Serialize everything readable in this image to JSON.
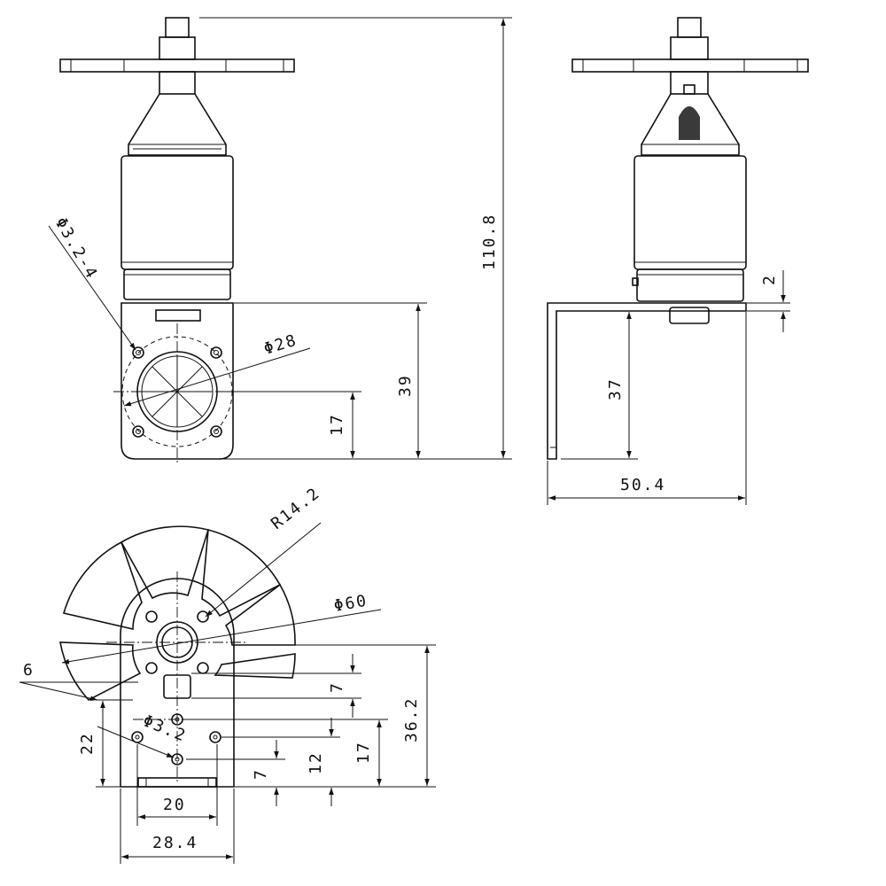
{
  "drawing": {
    "front_view": {
      "hole_label": "Φ3.2-4",
      "circle_label": "Φ28",
      "dim_17": "17",
      "dim_39": "39",
      "dim_total": "110.8"
    },
    "side_view": {
      "dim_2": "2",
      "dim_37": "37",
      "dim_50_4": "50.4"
    },
    "bottom_view": {
      "radius_label": "R14.2",
      "diameter_label": "Φ60",
      "hole_label": "Φ3.2",
      "dim_6": "6",
      "dim_7_top": "7",
      "dim_22": "22",
      "dim_12": "12",
      "dim_17": "17",
      "dim_36_2": "36.2",
      "dim_7_bottom": "7",
      "dim_20": "20",
      "dim_28_4": "28.4"
    }
  }
}
